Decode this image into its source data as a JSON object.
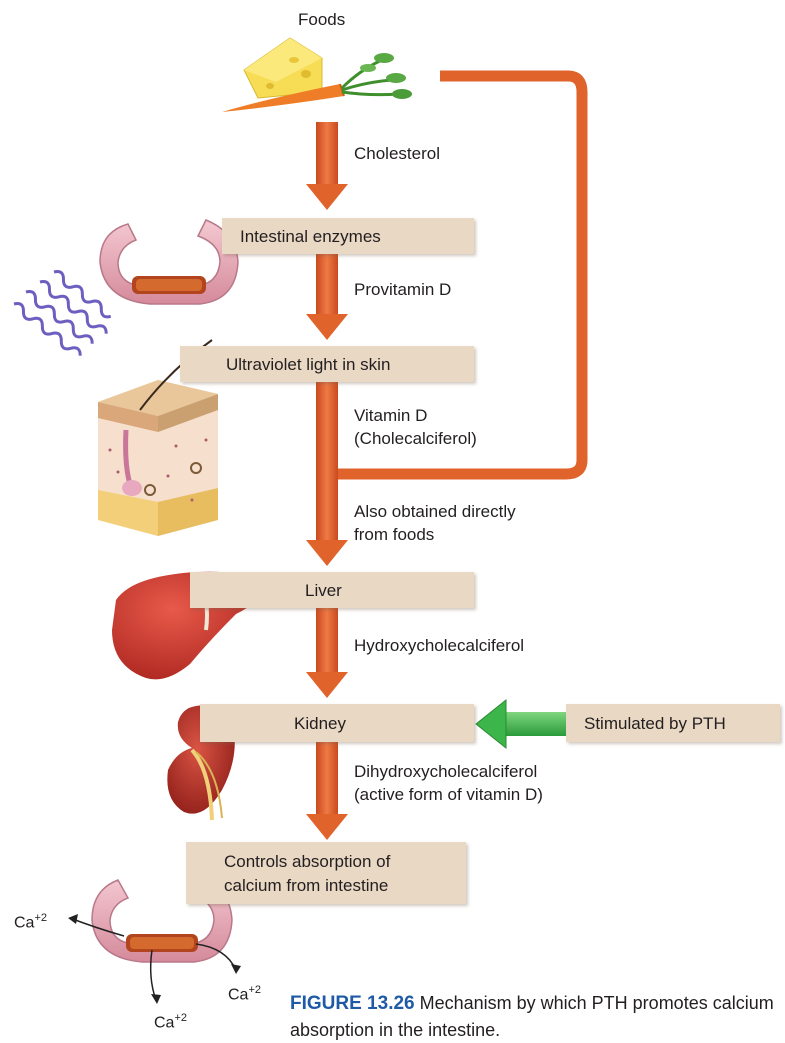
{
  "top": {
    "foods": "Foods"
  },
  "arrows": {
    "cholesterol": "Cholesterol",
    "provitamin": "Provitamin D",
    "vitd_line1": "Vitamin D",
    "vitd_line2": "(Cholecalciferol)",
    "also_line1": "Also obtained directly",
    "also_line2": "from foods",
    "hydroxy": "Hydroxycholecalciferol",
    "dihydroxy_line1": "Dihydroxycholecalciferol",
    "dihydroxy_line2": "(active form of vitamin D)"
  },
  "boxes": {
    "intestinal": "Intestinal enzymes",
    "uv": "Ultraviolet light in skin",
    "liver": "Liver",
    "kidney": "Kidney",
    "pth": "Stimulated by PTH",
    "controls_line1": "Controls absorption of",
    "controls_line2": "calcium from intestine"
  },
  "ions": {
    "ca": "Ca",
    "charge": "+2"
  },
  "caption": {
    "figure": "FIGURE 13.26",
    "text": " Mechanism by which PTH promotes calcium absorption in the intestine."
  },
  "colors": {
    "arrow_orange": "#e0632b",
    "box_tan": "#e9d8c4",
    "pth_green": "#3cb54a",
    "figure_blue": "#1f5aa6"
  }
}
